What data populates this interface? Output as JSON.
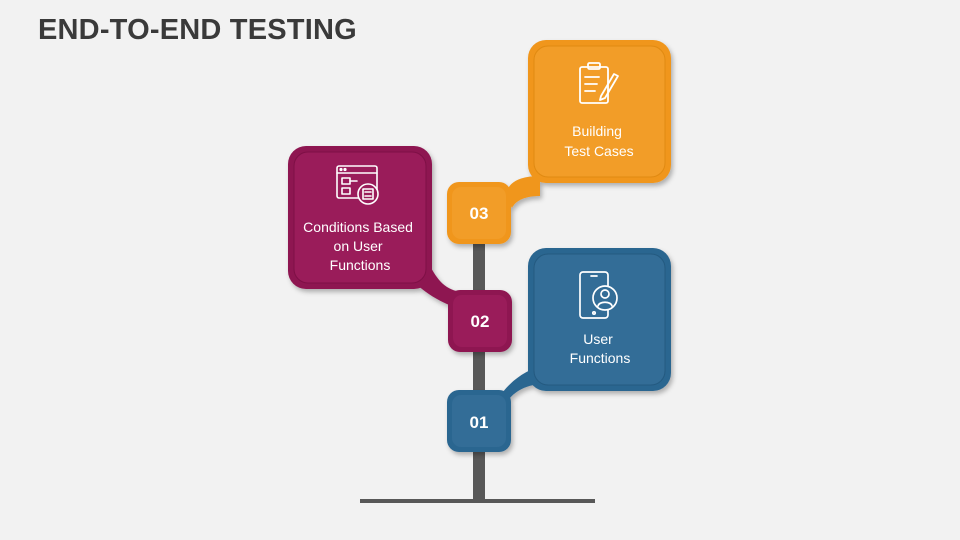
{
  "slide": {
    "title": "END-TO-END TESTING"
  },
  "steps": [
    {
      "number": "01",
      "label_lines": [
        "User",
        "Functions"
      ],
      "color": "#2c6690",
      "icon": "smartphone-user-icon"
    },
    {
      "number": "02",
      "label_lines": [
        "Conditions Based",
        "on User",
        "Functions"
      ],
      "color": "#8e1651",
      "icon": "browser-flowchart-gear-icon"
    },
    {
      "number": "03",
      "label_lines": [
        "Building",
        "Test Cases"
      ],
      "color": "#f0961e",
      "icon": "clipboard-pencil-icon"
    }
  ],
  "colors": {
    "background": "#f2f2f2",
    "stem": "#585858",
    "title": "#3a3a3a"
  }
}
